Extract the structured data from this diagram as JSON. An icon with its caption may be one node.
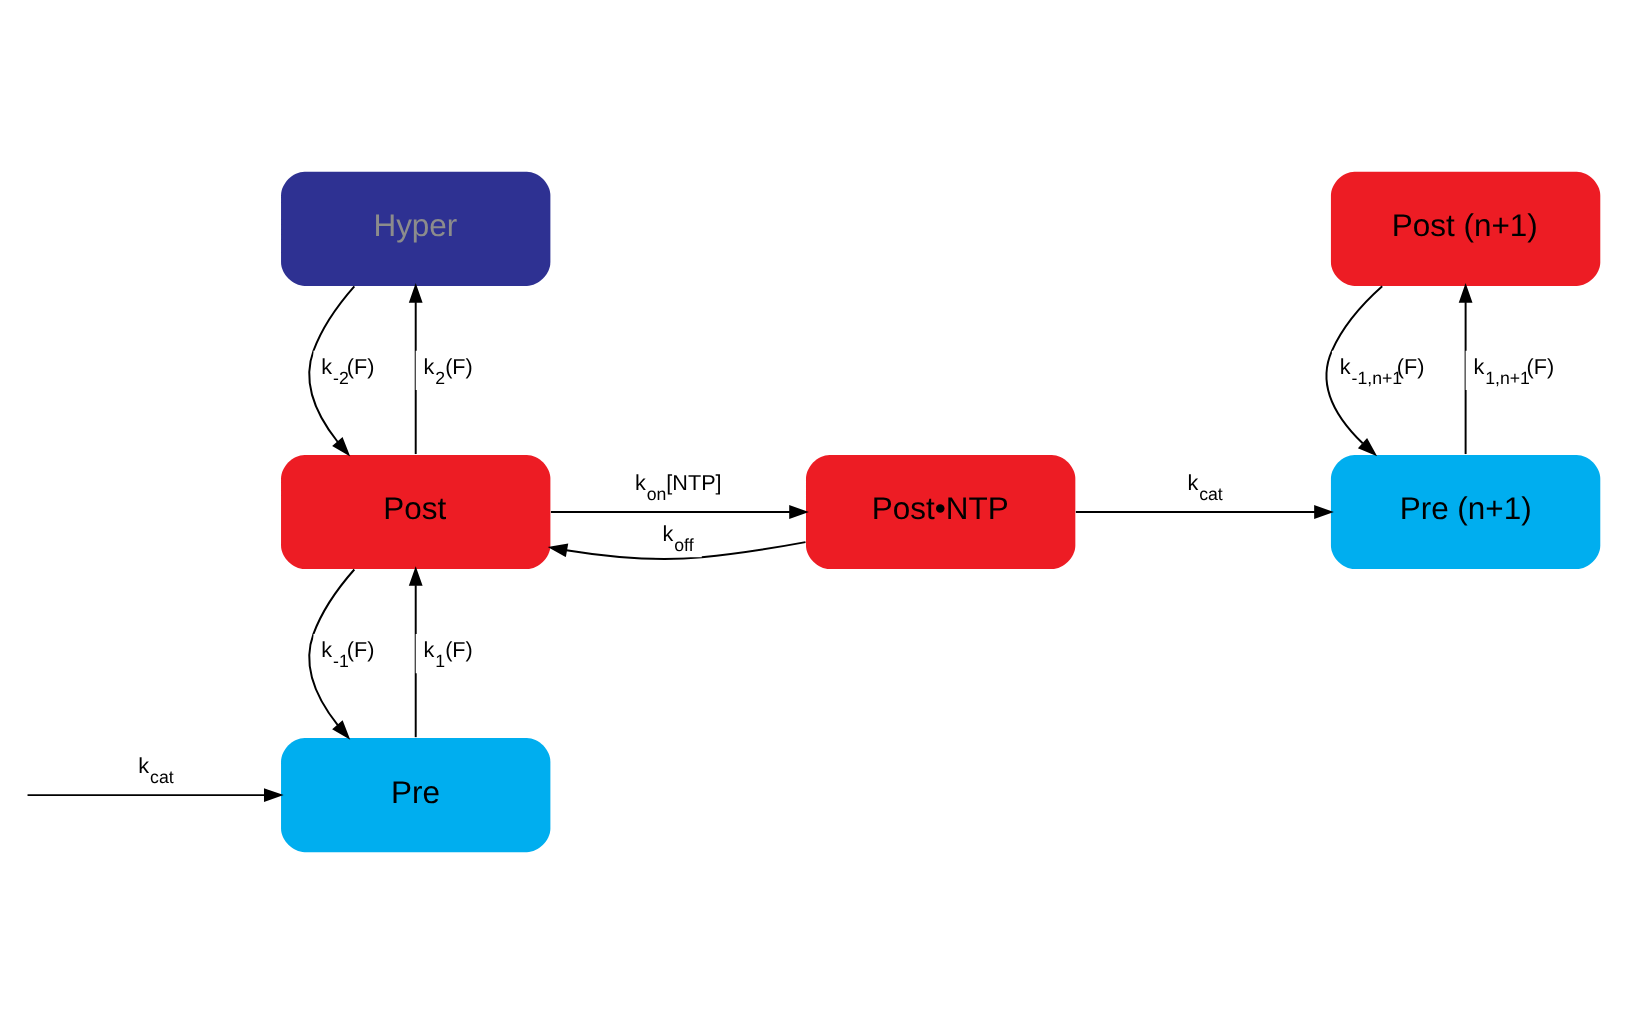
{
  "diagram": {
    "nodes": [
      {
        "text": [
          "Hyper"
        ]
      },
      {
        "text": [
          "Post"
        ]
      },
      {
        "text": [
          "Post•NTP"
        ]
      },
      {
        "text": [
          "Pre (n+1)"
        ]
      },
      {
        "text": [
          "Post (n+1)"
        ]
      },
      {
        "text": [
          "Pre"
        ]
      }
    ],
    "edges": [
      {
        "from": 1,
        "to": 0,
        "arrow": "to",
        "label": "k$_{2}$(F)"
      },
      {
        "from": 0,
        "to": 1,
        "arrow": "to",
        "label": "k$_{-2}$(F)"
      },
      {
        "from": 1,
        "to": 2,
        "arrow": "to",
        "label": "k$_{on}$[NTP]"
      },
      {
        "from": 2,
        "to": 1,
        "arrow": "to",
        "label": "k$_{off}$"
      },
      {
        "from": 2,
        "to": 3,
        "arrow": "to",
        "label": "k$_{cat}$"
      },
      {
        "from": 3,
        "to": 4,
        "arrow": "to",
        "label": "k$_{1,n+1}$(F)"
      },
      {
        "from": 4,
        "to": 3,
        "arrow": "to",
        "label": "k$_{-1,n+1}$(F)"
      },
      {
        "from": 5,
        "to": 1,
        "arrow": "to",
        "label": "k$_{1}$(F)"
      },
      {
        "from": 1,
        "to": 5,
        "arrow": "to",
        "label": "k$_{-1}$(F)"
      },
      {
        "from": null,
        "to": 5,
        "arrow": "to",
        "label": "k$_{cat}$"
      }
    ]
  }
}
